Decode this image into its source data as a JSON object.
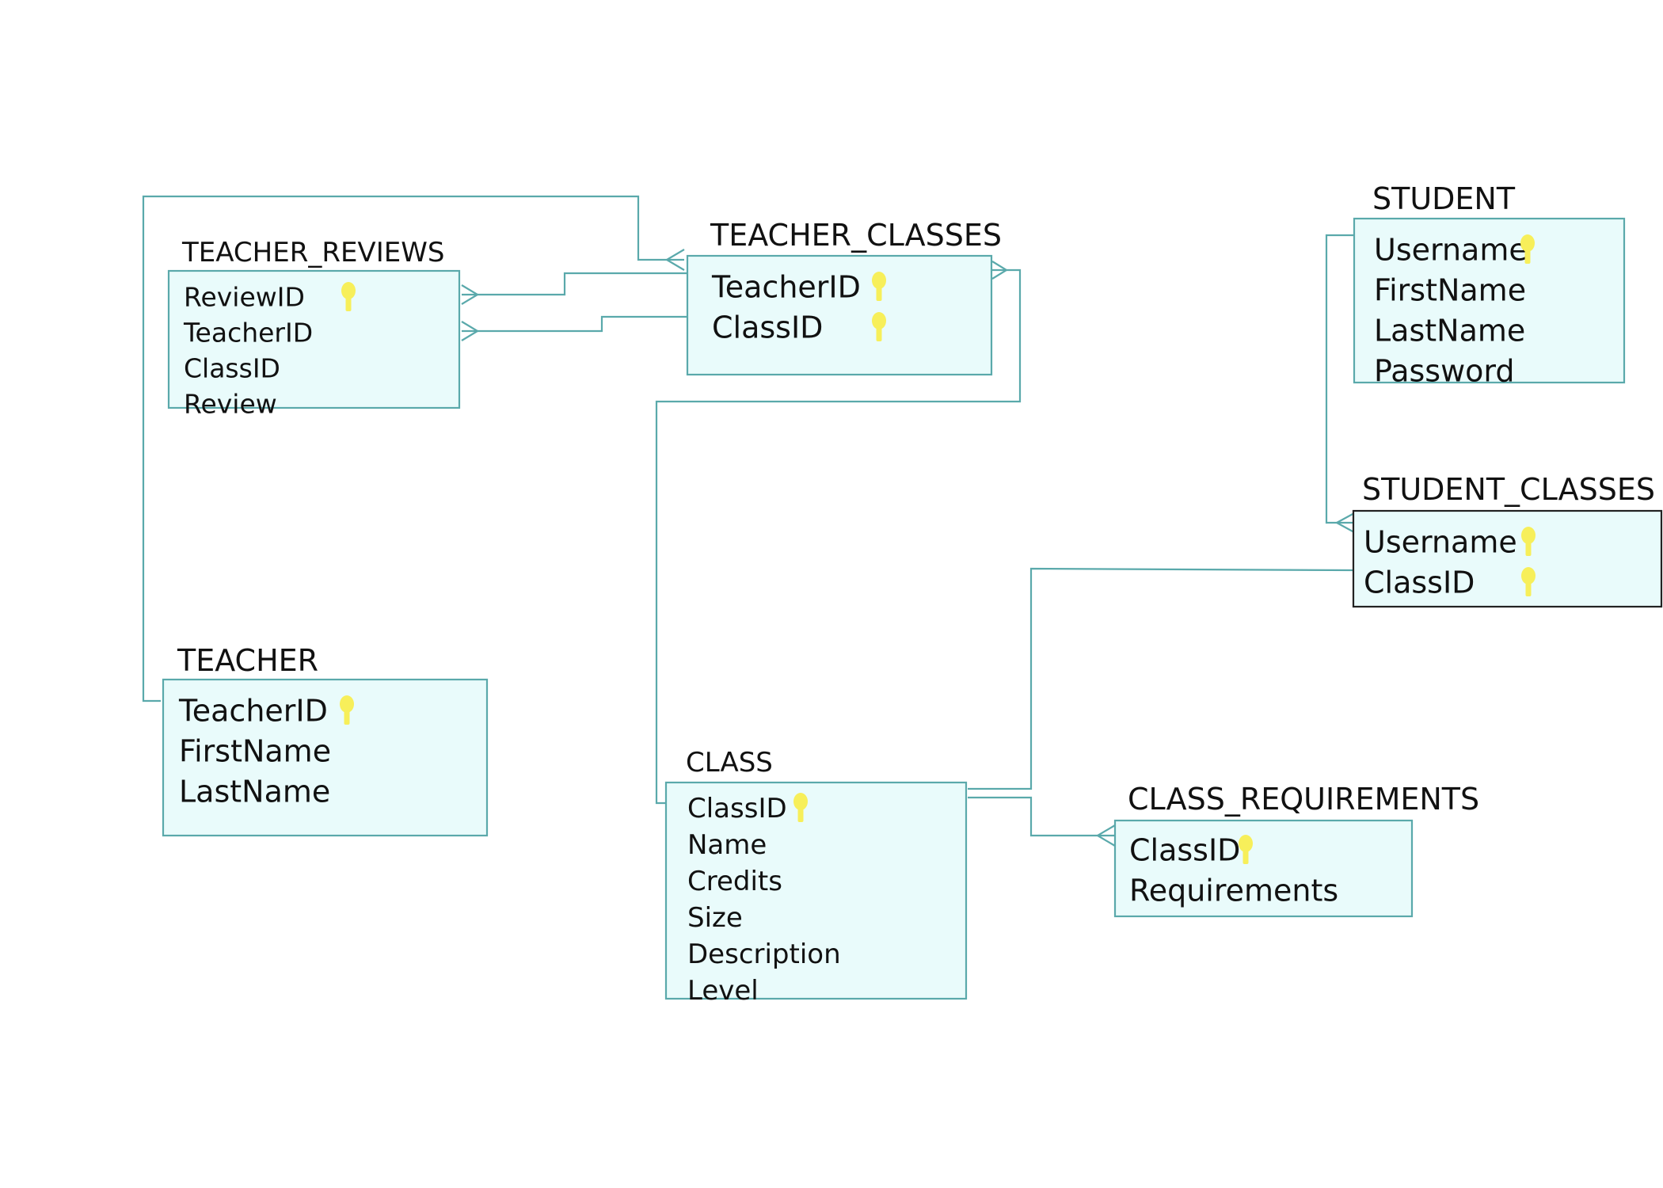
{
  "tables": [
    {
      "id": "teacher_reviews",
      "name": "TEACHER_REVIEWS",
      "fields": [
        {
          "name": "ReviewID",
          "key": true
        },
        {
          "name": "TeacherID",
          "key": false
        },
        {
          "name": "ClassID",
          "key": false
        },
        {
          "name": "Review",
          "key": false
        }
      ]
    },
    {
      "id": "teacher_classes",
      "name": "TEACHER_CLASSES",
      "fields": [
        {
          "name": "TeacherID",
          "key": true
        },
        {
          "name": "ClassID",
          "key": true
        }
      ]
    },
    {
      "id": "student",
      "name": "STUDENT",
      "fields": [
        {
          "name": "Username",
          "key": true
        },
        {
          "name": "FirstName",
          "key": false
        },
        {
          "name": "LastName",
          "key": false
        },
        {
          "name": "Password",
          "key": false
        }
      ]
    },
    {
      "id": "student_classes",
      "name": "STUDENT_CLASSES",
      "fields": [
        {
          "name": "Username",
          "key": true
        },
        {
          "name": "ClassID",
          "key": true
        }
      ]
    },
    {
      "id": "teacher",
      "name": "TEACHER",
      "fields": [
        {
          "name": "TeacherID",
          "key": true
        },
        {
          "name": "FirstName",
          "key": false
        },
        {
          "name": "LastName",
          "key": false
        }
      ]
    },
    {
      "id": "class",
      "name": "CLASS",
      "fields": [
        {
          "name": "ClassID",
          "key": true
        },
        {
          "name": "Name",
          "key": false
        },
        {
          "name": "Credits",
          "key": false
        },
        {
          "name": "Size",
          "key": false
        },
        {
          "name": "Description",
          "key": false
        },
        {
          "name": "Level",
          "key": false
        }
      ]
    },
    {
      "id": "class_requirements",
      "name": "CLASS_REQUIREMENTS",
      "fields": [
        {
          "name": "ClassID",
          "key": true
        },
        {
          "name": "Requirements",
          "key": false
        }
      ]
    }
  ],
  "colors": {
    "box_fill": "#e9fbfb",
    "line": "#5aa9ab",
    "key": "#f7ef5a"
  },
  "icons": {
    "primary_key": "key-icon"
  }
}
